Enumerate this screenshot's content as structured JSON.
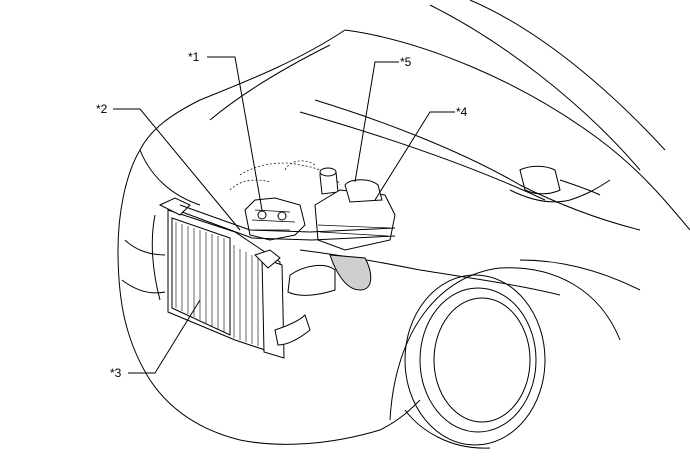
{
  "diagram": {
    "callouts": [
      {
        "id": "c1",
        "label": "*1"
      },
      {
        "id": "c2",
        "label": "*2"
      },
      {
        "id": "c3",
        "label": "*3"
      },
      {
        "id": "c4",
        "label": "*4"
      },
      {
        "id": "c5",
        "label": "*5"
      }
    ]
  }
}
